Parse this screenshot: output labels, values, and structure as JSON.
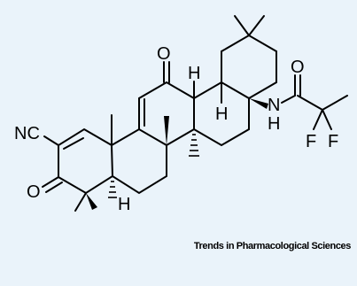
{
  "atoms": {
    "nc": "NC",
    "o_ketone_left": "O",
    "o_ketone_top": "O",
    "o_amide": "O",
    "h_c9": "H",
    "h_c18": "H",
    "h_c5": "H",
    "n_amide": "N",
    "h_amide": "H",
    "f1": "F",
    "f2": "F"
  },
  "credit": "Trends in Pharmacological Sciences"
}
